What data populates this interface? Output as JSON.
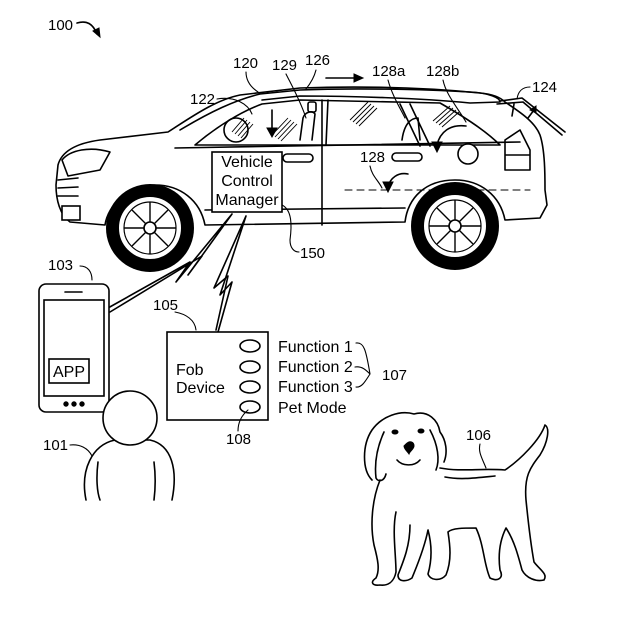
{
  "figure": {
    "ref_main": "100",
    "vehicle": {
      "ref": "120",
      "windshield_ref": "122",
      "rear_hatch_ref": "124",
      "roof_ref": "126",
      "cargo_ref": "128",
      "cargo_a_ref": "128a",
      "cargo_b_ref": "128b",
      "seat_ref": "129"
    },
    "vehicle_control_manager": {
      "ref": "150",
      "label_lines": [
        "Vehicle",
        "Control",
        "Manager"
      ]
    },
    "mobile_device": {
      "ref": "103",
      "app_label": "APP"
    },
    "user": {
      "ref": "101"
    },
    "fob": {
      "ref": "105",
      "label_lines": [
        "Fob",
        "Device"
      ],
      "button_ref": "108",
      "functions_ref": "107",
      "functions": [
        "Function 1",
        "Function 2",
        "Function 3",
        "Pet Mode"
      ]
    },
    "pet": {
      "ref": "106"
    }
  }
}
